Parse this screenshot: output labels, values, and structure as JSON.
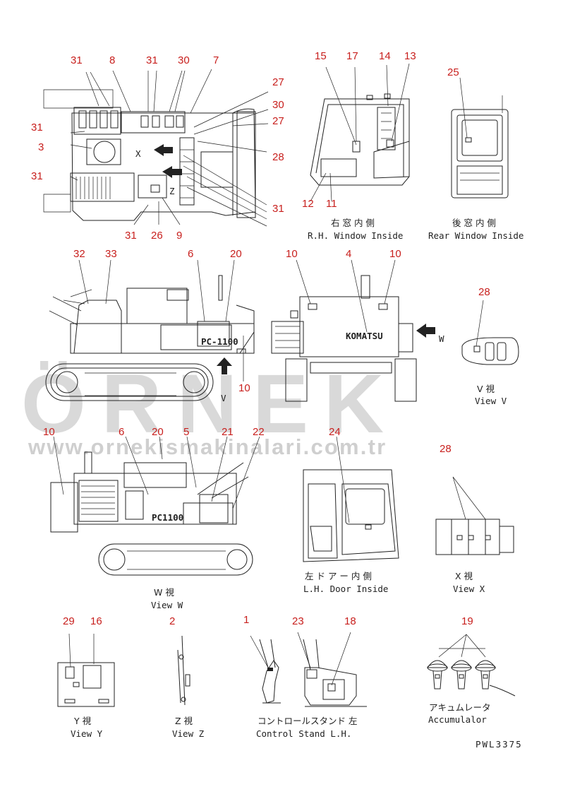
{
  "watermark": {
    "logo": "ÖRNEK",
    "url": "www.ornekismakinalari.com.tr"
  },
  "drawing_code": "PWL3375",
  "views": {
    "rh_window": {
      "ja": "右 窓 内 側",
      "en": "R.H. Window Inside"
    },
    "rear_window": {
      "ja": "後 窓 内 側",
      "en": "Rear Window Inside"
    },
    "view_v": {
      "ja": "V 視",
      "en": "View V"
    },
    "view_w": {
      "ja": "W 視",
      "en": "View W"
    },
    "lh_door": {
      "ja": "左 ド ア ー 内 側",
      "en": "L.H. Door Inside"
    },
    "view_x": {
      "ja": "X 視",
      "en": "View X"
    },
    "view_y": {
      "ja": "Y 視",
      "en": "View Y"
    },
    "view_z": {
      "ja": "Z 視",
      "en": "View Z"
    },
    "control_stand": {
      "ja": "コントロールスタンド 左",
      "en": "Control Stand L.H."
    },
    "accumulator": {
      "ja": "アキュムレータ",
      "en": "Accumulalor"
    }
  },
  "markers": {
    "x": "X",
    "z": "Z",
    "v": "V",
    "w": "W"
  },
  "machine_labels": {
    "komatsu": "KOMATSU",
    "model1": "PC-1100",
    "model2": "PC1100"
  },
  "callouts": {
    "top_view": [
      "31",
      "8",
      "31",
      "30",
      "7",
      "27",
      "30",
      "27",
      "31",
      "3",
      "28",
      "31",
      "31",
      "31",
      "26",
      "9"
    ],
    "rh_window": [
      "15",
      "17",
      "14",
      "13",
      "12",
      "11"
    ],
    "rear_window": [
      "25"
    ],
    "side_view": [
      "32",
      "33",
      "6",
      "20",
      "10"
    ],
    "rear_view": [
      "10",
      "4",
      "10"
    ],
    "view_v": [
      "28"
    ],
    "view_w": [
      "10",
      "6",
      "20",
      "5",
      "21",
      "22"
    ],
    "lh_door": [
      "24"
    ],
    "view_x": [
      "28"
    ],
    "view_y": [
      "29",
      "16"
    ],
    "view_z": [
      "2"
    ],
    "control_stand": [
      "1",
      "23",
      "18"
    ],
    "accumulator": [
      "19"
    ]
  }
}
